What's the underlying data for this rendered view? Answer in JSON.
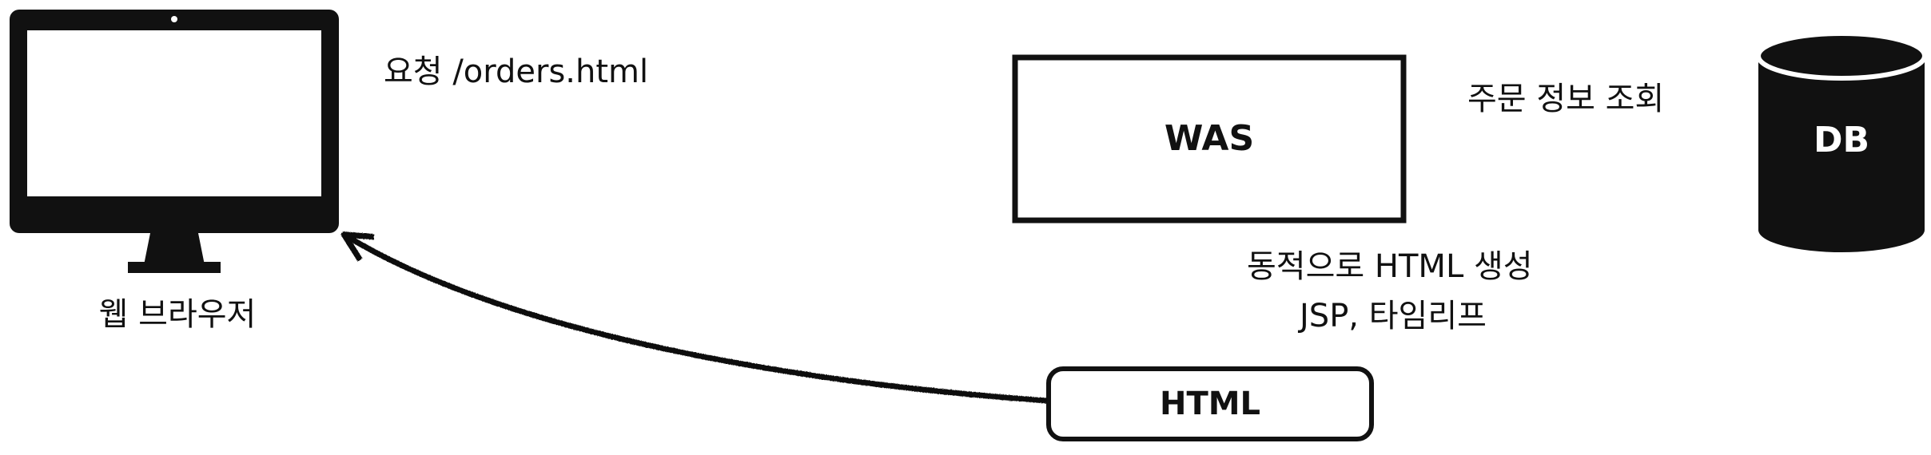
{
  "browser": {
    "label": "웹 브라우저"
  },
  "request": {
    "label": "요청 /orders.html"
  },
  "was": {
    "label": "WAS"
  },
  "query": {
    "label": "주문 정보 조회"
  },
  "db": {
    "label": "DB"
  },
  "generate": {
    "line1": "동적으로 HTML 생성",
    "line2": "JSP, 타임리프"
  },
  "html_box": {
    "label": "HTML"
  },
  "colors": {
    "ink": "#111111",
    "background": "#ffffff",
    "screen": "#ffffff"
  }
}
